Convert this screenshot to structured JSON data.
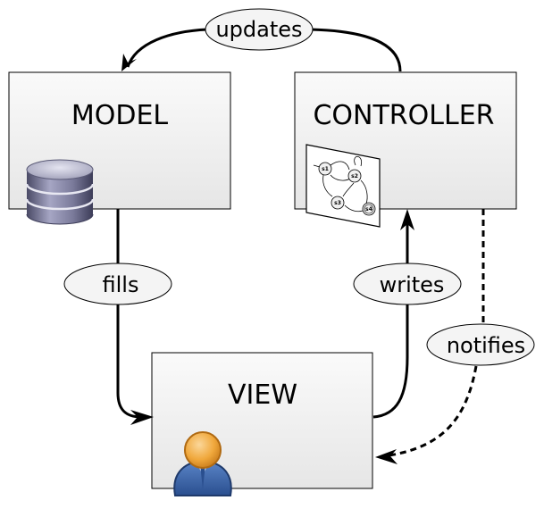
{
  "boxes": {
    "model": "MODEL",
    "controller": "CONTROLLER",
    "view": "VIEW"
  },
  "edges": {
    "updates": "updates",
    "fills": "fills",
    "writes": "writes",
    "notifies": "notifies"
  },
  "state_machine": {
    "s1": "s1",
    "s2": "s2",
    "s3": "s3",
    "s4": "s4"
  },
  "icons": {
    "model": "database-icon",
    "controller": "state-machine-icon",
    "view": "user-icon"
  }
}
